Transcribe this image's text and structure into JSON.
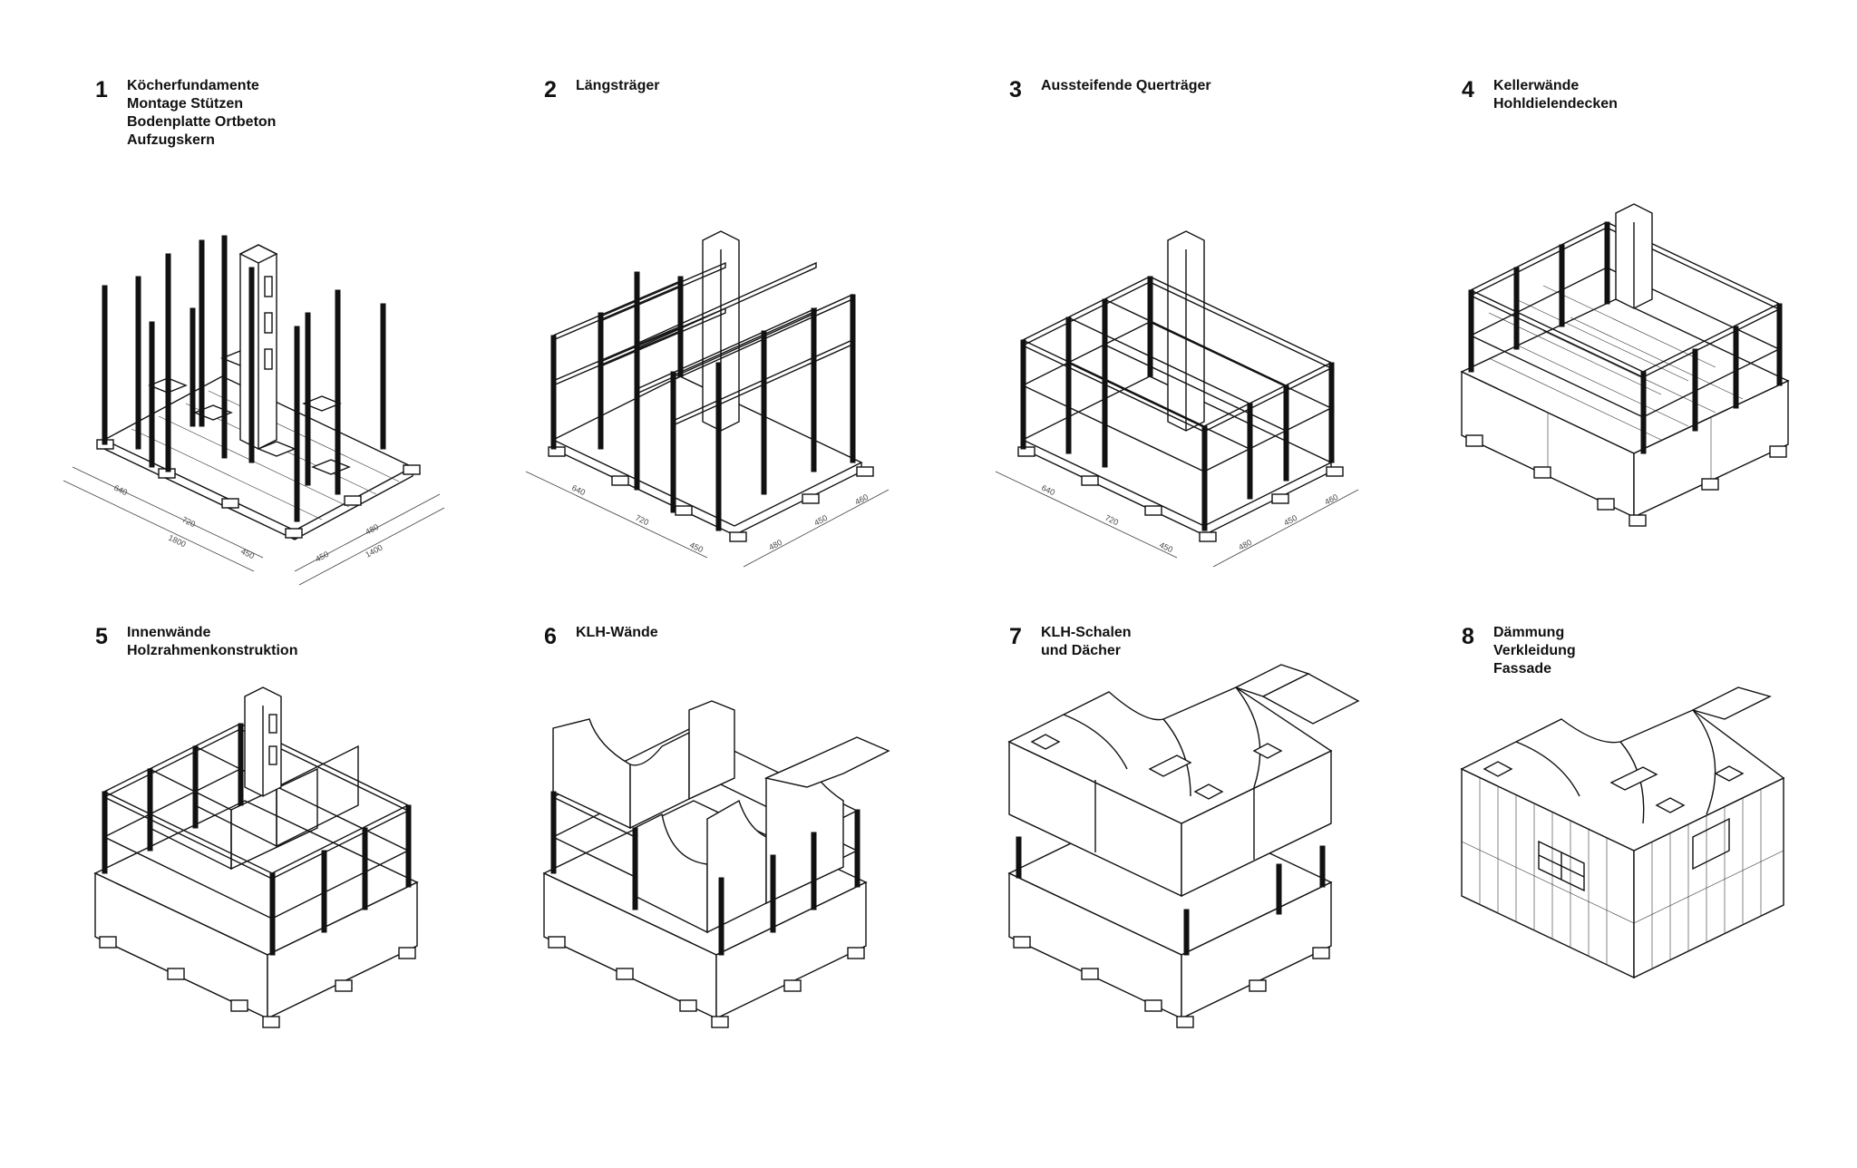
{
  "panels": [
    {
      "number": "1",
      "lines": [
        "Köcherfundamente",
        "Montage Stützen",
        "Bodenplatte Ortbeton",
        "Aufzugskern"
      ],
      "dims": [
        "640",
        "720",
        "1800",
        "450",
        "450",
        "480",
        "1400"
      ]
    },
    {
      "number": "2",
      "lines": [
        "Längsträger"
      ],
      "dims": [
        "640",
        "720",
        "450",
        "480",
        "450",
        "460"
      ]
    },
    {
      "number": "3",
      "lines": [
        "Aussteifende Querträger"
      ],
      "dims": [
        "640",
        "720",
        "450",
        "480",
        "450",
        "460"
      ]
    },
    {
      "number": "4",
      "lines": [
        "Kellerwände",
        "Hohldielendecken"
      ],
      "dims": []
    },
    {
      "number": "5",
      "lines": [
        "Innenwände",
        "Holzrahmenkonstruktion"
      ],
      "dims": []
    },
    {
      "number": "6",
      "lines": [
        "KLH-Wände"
      ],
      "dims": []
    },
    {
      "number": "7",
      "lines": [
        "KLH-Schalen",
        "und Dächer"
      ],
      "dims": []
    },
    {
      "number": "8",
      "lines": [
        "Dämmung",
        "Verkleidung",
        "Fassade"
      ],
      "dims": []
    }
  ]
}
